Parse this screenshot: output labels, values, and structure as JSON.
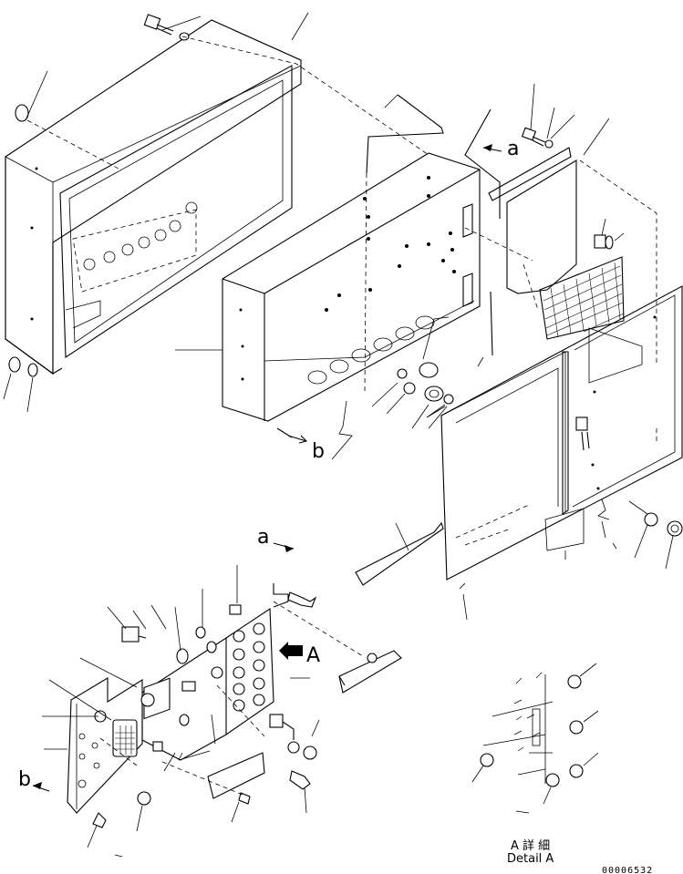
{
  "labels": {
    "arrow_a_top": "a",
    "arrow_b_mid": "b",
    "arrow_a_low": "a",
    "arrow_b_low": "b",
    "detail_marker": "A",
    "detail_title_jp": "A 詳 細",
    "detail_title_en": "Detail A",
    "part_number": "00006532"
  },
  "colors": {
    "line": "#000000",
    "background": "#ffffff",
    "marker_fill": "#000000"
  }
}
